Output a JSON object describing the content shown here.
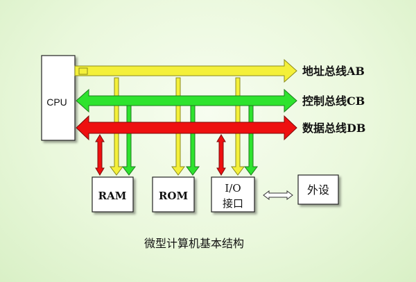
{
  "cpu": {
    "label": "CPU"
  },
  "buses": {
    "address": {
      "label": "地址总线AB",
      "color": "#f4f03a",
      "stroke": "#8a8a1c"
    },
    "control": {
      "label": "控制总线CB",
      "color": "#2ee32e",
      "stroke": "#1c7a1c"
    },
    "data": {
      "label": "数据总线DB",
      "color": "#ee1010",
      "stroke": "#7a0a0a"
    }
  },
  "modules": {
    "ram": {
      "label": "RAM"
    },
    "rom": {
      "label": "ROM"
    },
    "io": {
      "label_top": "I/O",
      "label_bottom": "接口"
    },
    "peripheral": {
      "label": "外设"
    }
  },
  "caption": "微型计算机基本结构"
}
